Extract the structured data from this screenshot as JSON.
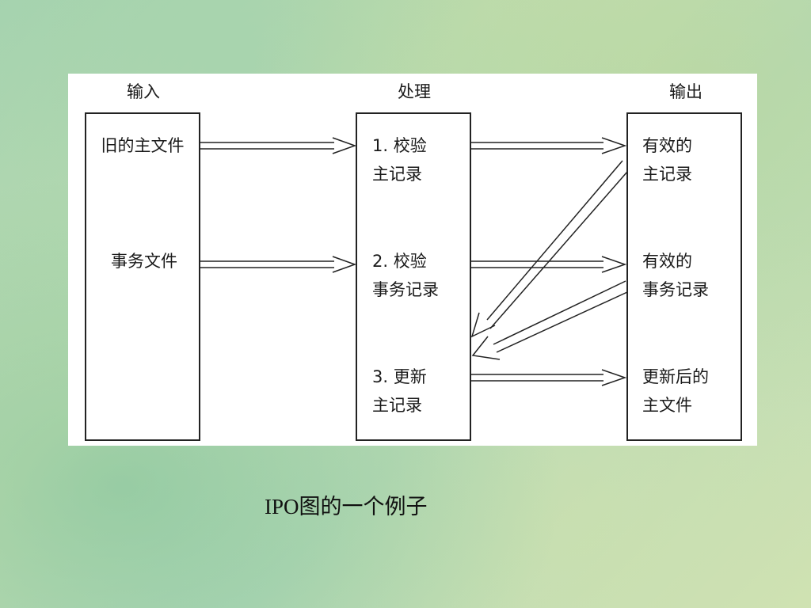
{
  "diagram": {
    "columns": {
      "input": "输入",
      "process": "处理",
      "output": "输出"
    },
    "inputs": [
      {
        "label": "旧的主文件"
      },
      {
        "label": "事务文件"
      }
    ],
    "processes": [
      {
        "lines": [
          "1. 校验",
          "主记录"
        ]
      },
      {
        "lines": [
          "2. 校验",
          "事务记录"
        ]
      },
      {
        "lines": [
          "3. 更新",
          "主记录"
        ]
      }
    ],
    "outputs": [
      {
        "lines": [
          "有效的",
          "主记录"
        ]
      },
      {
        "lines": [
          "有效的",
          "事务记录"
        ]
      },
      {
        "lines": [
          "更新后的",
          "主文件"
        ]
      }
    ],
    "edges": [
      {
        "from": "旧的主文件",
        "to": "1. 校验 主记录"
      },
      {
        "from": "事务文件",
        "to": "2. 校验 事务记录"
      },
      {
        "from": "1. 校验 主记录",
        "to": "有效的 主记录"
      },
      {
        "from": "2. 校验 事务记录",
        "to": "有效的 事务记录"
      },
      {
        "from": "有效的 主记录",
        "to": "3. 更新 主记录"
      },
      {
        "from": "有效的 事务记录",
        "to": "3. 更新 主记录"
      },
      {
        "from": "3. 更新 主记录",
        "to": "更新后的 主文件"
      }
    ]
  },
  "caption": "IPO图的一个例子"
}
